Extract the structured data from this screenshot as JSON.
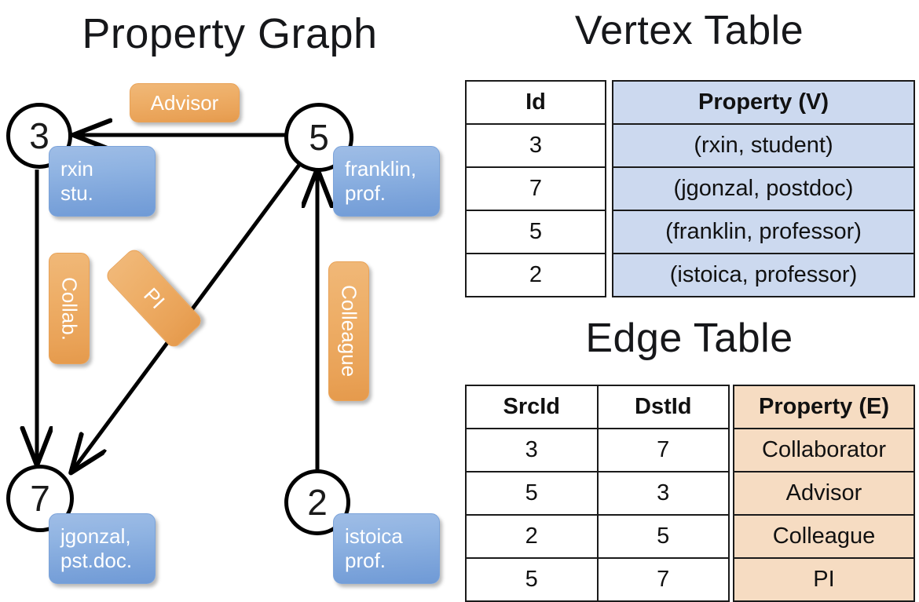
{
  "titles": {
    "property_graph": "Property Graph",
    "vertex_table": "Vertex Table",
    "edge_table": "Edge Table"
  },
  "graph": {
    "nodes": [
      {
        "id": "3",
        "property_lines": [
          "rxin",
          "stu."
        ]
      },
      {
        "id": "5",
        "property_lines": [
          "franklin,",
          "prof."
        ]
      },
      {
        "id": "7",
        "property_lines": [
          "jgonzal,",
          "pst.doc."
        ]
      },
      {
        "id": "2",
        "property_lines": [
          "istoica",
          "prof."
        ]
      }
    ],
    "edge_labels": [
      {
        "name": "advisor",
        "text": "Advisor"
      },
      {
        "name": "collab",
        "text": "Collab."
      },
      {
        "name": "pi",
        "text": "PI"
      },
      {
        "name": "colleague",
        "text": "Colleague"
      }
    ]
  },
  "vertex_table": {
    "headers": [
      "Id",
      "Property (V)"
    ],
    "rows": [
      {
        "id": "3",
        "property": "(rxin, student)"
      },
      {
        "id": "7",
        "property": "(jgonzal, postdoc)"
      },
      {
        "id": "5",
        "property": "(franklin, professor)"
      },
      {
        "id": "2",
        "property": "(istoica, professor)"
      }
    ]
  },
  "edge_table": {
    "headers": [
      "SrcId",
      "DstId",
      "Property (E)"
    ],
    "rows": [
      {
        "src": "3",
        "dst": "7",
        "property": "Collaborator"
      },
      {
        "src": "5",
        "dst": "3",
        "property": "Advisor"
      },
      {
        "src": "2",
        "dst": "5",
        "property": "Colleague"
      },
      {
        "src": "5",
        "dst": "7",
        "property": "PI"
      }
    ]
  },
  "colors": {
    "vertex_fill": "#8fb3e2",
    "edge_fill": "#eeae67",
    "vertex_table_fill": "#ccd9ef",
    "edge_table_fill": "#f6dcc2",
    "stroke": "#000000"
  }
}
